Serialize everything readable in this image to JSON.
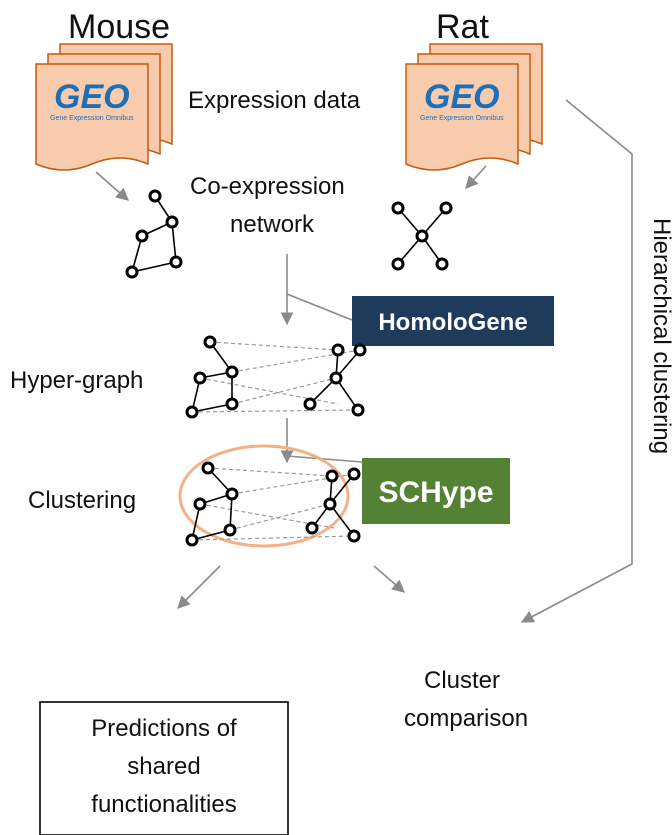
{
  "species": {
    "left": "Mouse",
    "right": "Rat"
  },
  "geo": {
    "logo_text": "GEO",
    "subtitle": "Gene Expression Omnibus"
  },
  "steps": {
    "expression": "Expression data",
    "coexpr_line1": "Co-expression",
    "coexpr_line2": "network",
    "hypergraph": "Hyper-graph",
    "clustering": "Clustering",
    "cluster_line1": "Cluster",
    "cluster_line2": "comparison"
  },
  "tools": {
    "homologene": {
      "label": "HomoloGene",
      "color": "#1f3b5c"
    },
    "schype": {
      "label": "SCHype",
      "color": "#548235"
    }
  },
  "side_label": "Hierarchical clustering",
  "predictions": {
    "line1": "Predictions of",
    "line2": "shared",
    "line3": "functionalities"
  },
  "colors": {
    "doc_fill": "#f8cbad",
    "doc_stroke": "#c55a11",
    "ellipse": "#f4b183",
    "arrow": "#8a8a8a"
  }
}
